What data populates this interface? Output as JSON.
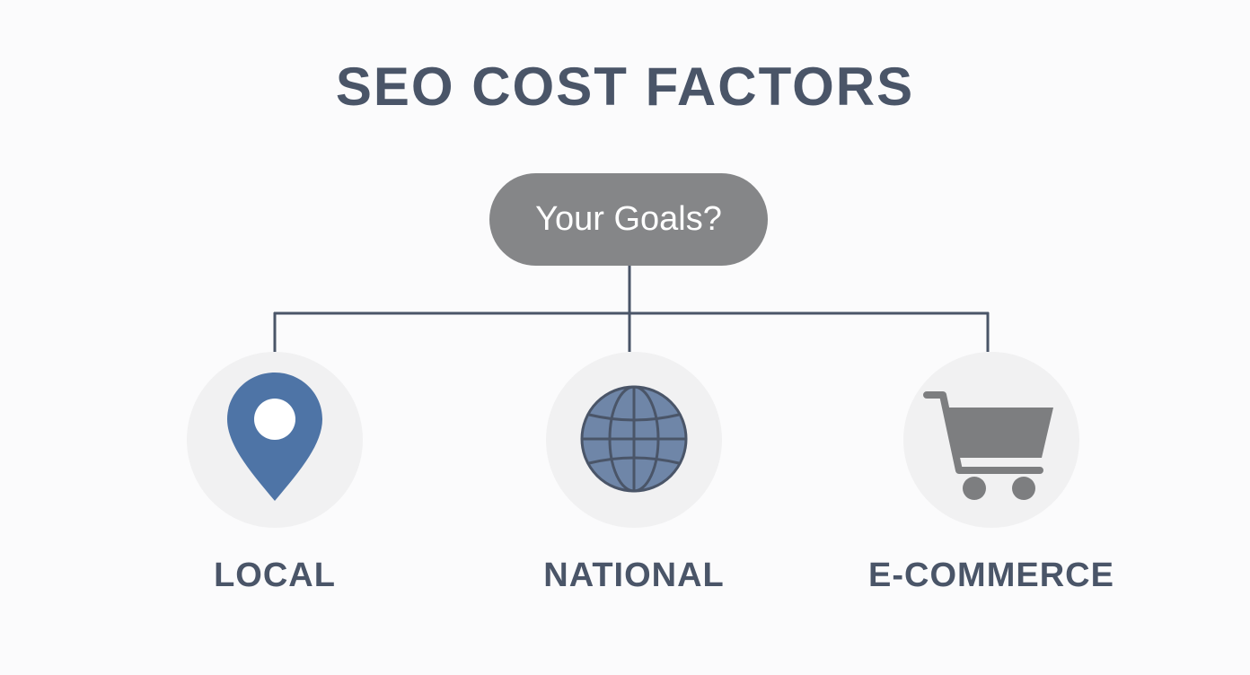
{
  "title": "SEO COST FACTORS",
  "root": {
    "label": "Your Goals?"
  },
  "branches": [
    {
      "label": "LOCAL",
      "icon": "map-pin-icon",
      "icon_color": "#4e74a6"
    },
    {
      "label": "NATIONAL",
      "icon": "globe-icon",
      "icon_color": "#6f86a8"
    },
    {
      "label": "E-COMMERCE",
      "icon": "shopping-cart-icon",
      "icon_color": "#7d7e80"
    }
  ],
  "colors": {
    "text": "#4a5568",
    "pill": "#858688",
    "connector": "#4a5568",
    "circle": "#f1f1f2"
  }
}
